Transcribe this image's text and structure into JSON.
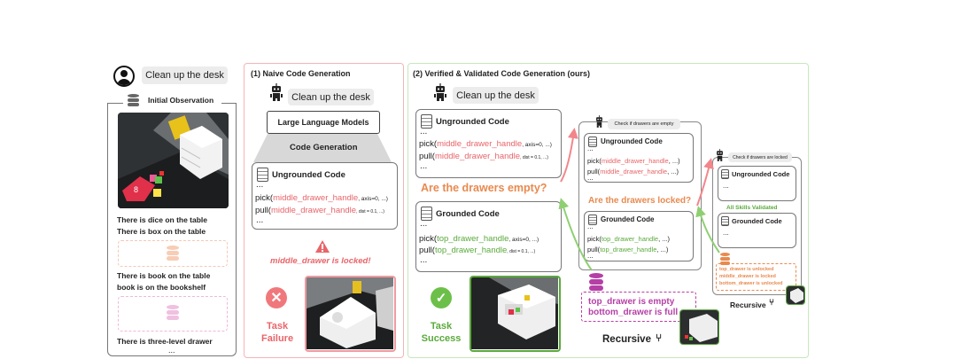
{
  "colors": {
    "red": "#e8656a",
    "green": "#5aaa3c",
    "orange": "#e88a4e",
    "purple": "#b53fa6",
    "pink_panel": "#f4b4b8",
    "green_panel": "#c8e6bd"
  },
  "left": {
    "user_prompt": "Clean up the desk",
    "obs_title": "Initial Observation",
    "facts": [
      "There is dice on the table",
      "There is box on the table",
      "There is book on the table",
      "book is on the bookshelf",
      "There is three-level drawer",
      "..."
    ]
  },
  "naive": {
    "title": "(1) Naive Code Generation",
    "prompt": "Clean up the desk",
    "llm": "Large Language Models",
    "codegen": "Code Generation",
    "code_title": "Ungrounded Code",
    "dots": "...",
    "line1_fn": "pick(",
    "line1_arg": "middle_drawer_handle",
    "line1_rest": ", axis=0, ...)",
    "line2_fn": "pull(",
    "line2_arg": "middle_drawer_handle",
    "line2_rest": ", dist = 0.1, ...)",
    "warning": "middle_drawer is locked!",
    "result": "Task Failure"
  },
  "ours": {
    "title": "(2) Verified & Validated Code Generation (ours)",
    "prompt": "Clean up the desk",
    "ungrounded_title": "Ungrounded Code",
    "grounded_title": "Grounded Code",
    "dots": "...",
    "u1_fn": "pick(",
    "u1_arg": "middle_drawer_handle",
    "u1_rest": ", axis=0, ...)",
    "u2_fn": "pull(",
    "u2_arg": "middle_drawer_handle",
    "u2_rest": ", dist = 0.1, ...)",
    "g1_fn": "pick(",
    "g1_arg": "top_drawer_handle",
    "g1_rest": ", axis=0, ...)",
    "g2_fn": "pull(",
    "g2_arg": "top_drawer_handle",
    "g2_rest": ", dist = 0.1, ...)",
    "question": "Are the drawers empty?",
    "answer1": "top_drawer is empty",
    "answer2": "bottom_drawer is full",
    "result": "Task Success",
    "recursive": "Recursive",
    "r1": {
      "prompt": "Check if drawers are empty",
      "u_title": "Ungrounded Code",
      "g_title": "Grounded Code",
      "u1": "pick(",
      "u1_arg": "middle_drawer_handle",
      "u1_rest": ", ...)",
      "u2": "pull(",
      "u2_arg": "middle_drawer_handle",
      "u2_rest": ", ...)",
      "g1": "pick(",
      "g1_arg": "top_drawer_handle",
      "g1_rest": ", ...)",
      "g2": "pull(",
      "g2_arg": "top_drawer_handle",
      "g2_rest": ", ...)",
      "question": "Are the drawers locked?"
    },
    "r2": {
      "prompt": "Check if drawers are locked",
      "u_title": "Ungrounded Code",
      "g_title": "Grounded Code",
      "validated": "All Skills Validated",
      "ans1": "top_drawer is unlocked",
      "ans2": "middle_drawer is locked",
      "ans3": "bottom_drawer is unlocked",
      "recursive": "Recursive"
    }
  }
}
